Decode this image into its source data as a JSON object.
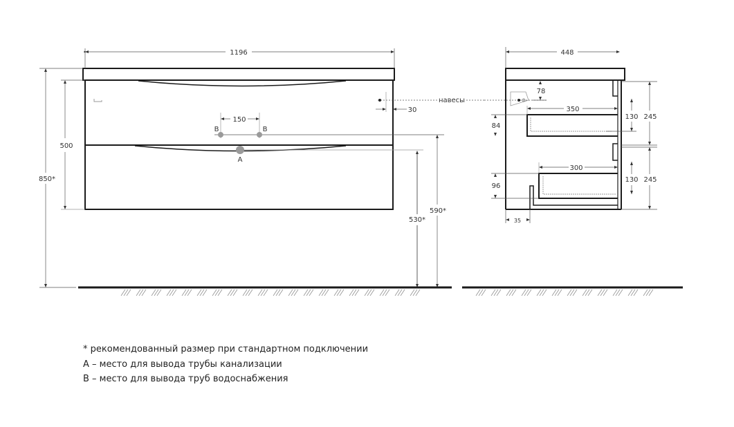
{
  "front_view": {
    "width_dim": "1196",
    "height_total_dim": "850*",
    "cabinet_height_dim": "500",
    "hole_spacing_dim": "150",
    "wall_offset_dim": "30",
    "pipe_a_height_dim": "530*",
    "pipe_b_height_dim": "590*",
    "label_a": "A",
    "label_b_left": "B",
    "label_b_right": "B",
    "hinge_label": "навесы"
  },
  "side_view": {
    "depth_dim": "448",
    "hinge_drop_dim": "78",
    "upper_drawer_depth_dim": "350",
    "upper_gap_dim": "84",
    "upper_drawer_height_dim": "130",
    "upper_section_dim": "245",
    "lower_drawer_depth_dim": "300",
    "lower_gap_dim": "96",
    "lower_drawer_height_dim": "130",
    "lower_section_dim": "245",
    "bottom_offset_dim": "35"
  },
  "legend": {
    "note_star": "* рекомендованный размер при стандартном подключении",
    "note_a": "A – место для вывода трубы канализации",
    "note_b": "B – место для вывода труб водоснабжения"
  },
  "colors": {
    "outline": "#1a1a1a",
    "dim_line": "#555555",
    "pipe_fill": "#9a9a9a"
  }
}
